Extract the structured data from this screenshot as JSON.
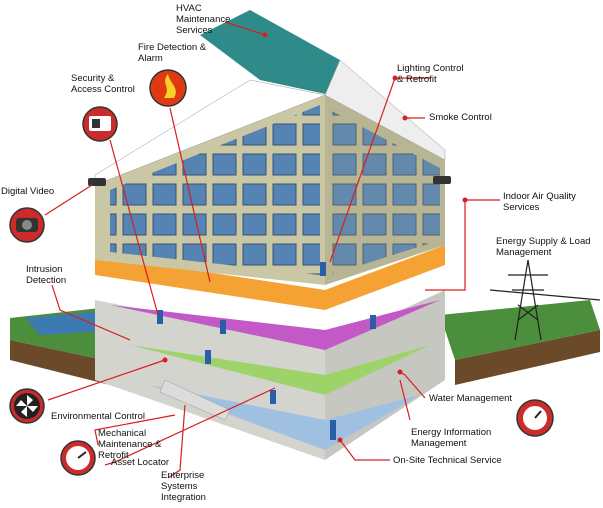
{
  "labels": {
    "hvac": "HVAC\nMaintenance\nServices",
    "fire": "Fire Detection &\nAlarm",
    "security": "Security &\nAccess Control",
    "lighting": "Lighting Control\n& Retrofit",
    "smoke": "Smoke Control",
    "digital_video": "Digital Video",
    "indoor_air": "Indoor Air Quality\nServices",
    "energy_supply": "Energy Supply & Load\nManagement",
    "intrusion": "Intrusion\nDetection",
    "environmental": "Environmental Control",
    "water": "Water Management",
    "mechanical": "Mechanical\nMaintenance &\nRetrofit",
    "energy_info": "Energy Information\nManagement",
    "asset": "Asset Locator",
    "onsite": "On-Site Technical Service",
    "enterprise": "Enterprise\nSystems\nIntegration"
  },
  "colors": {
    "leader_line": "#d81e1e",
    "roof_teal": "#2f8a8a",
    "facade": "#c9c7a4",
    "window": "#3f77b7",
    "floor_orange": "#f5a235",
    "floor_purple": "#c259c7",
    "floor_green": "#9ed36a",
    "floor_blue": "#9fc0e0",
    "lawn": "#4b8e3b",
    "fire_icon": "#e03a12"
  }
}
